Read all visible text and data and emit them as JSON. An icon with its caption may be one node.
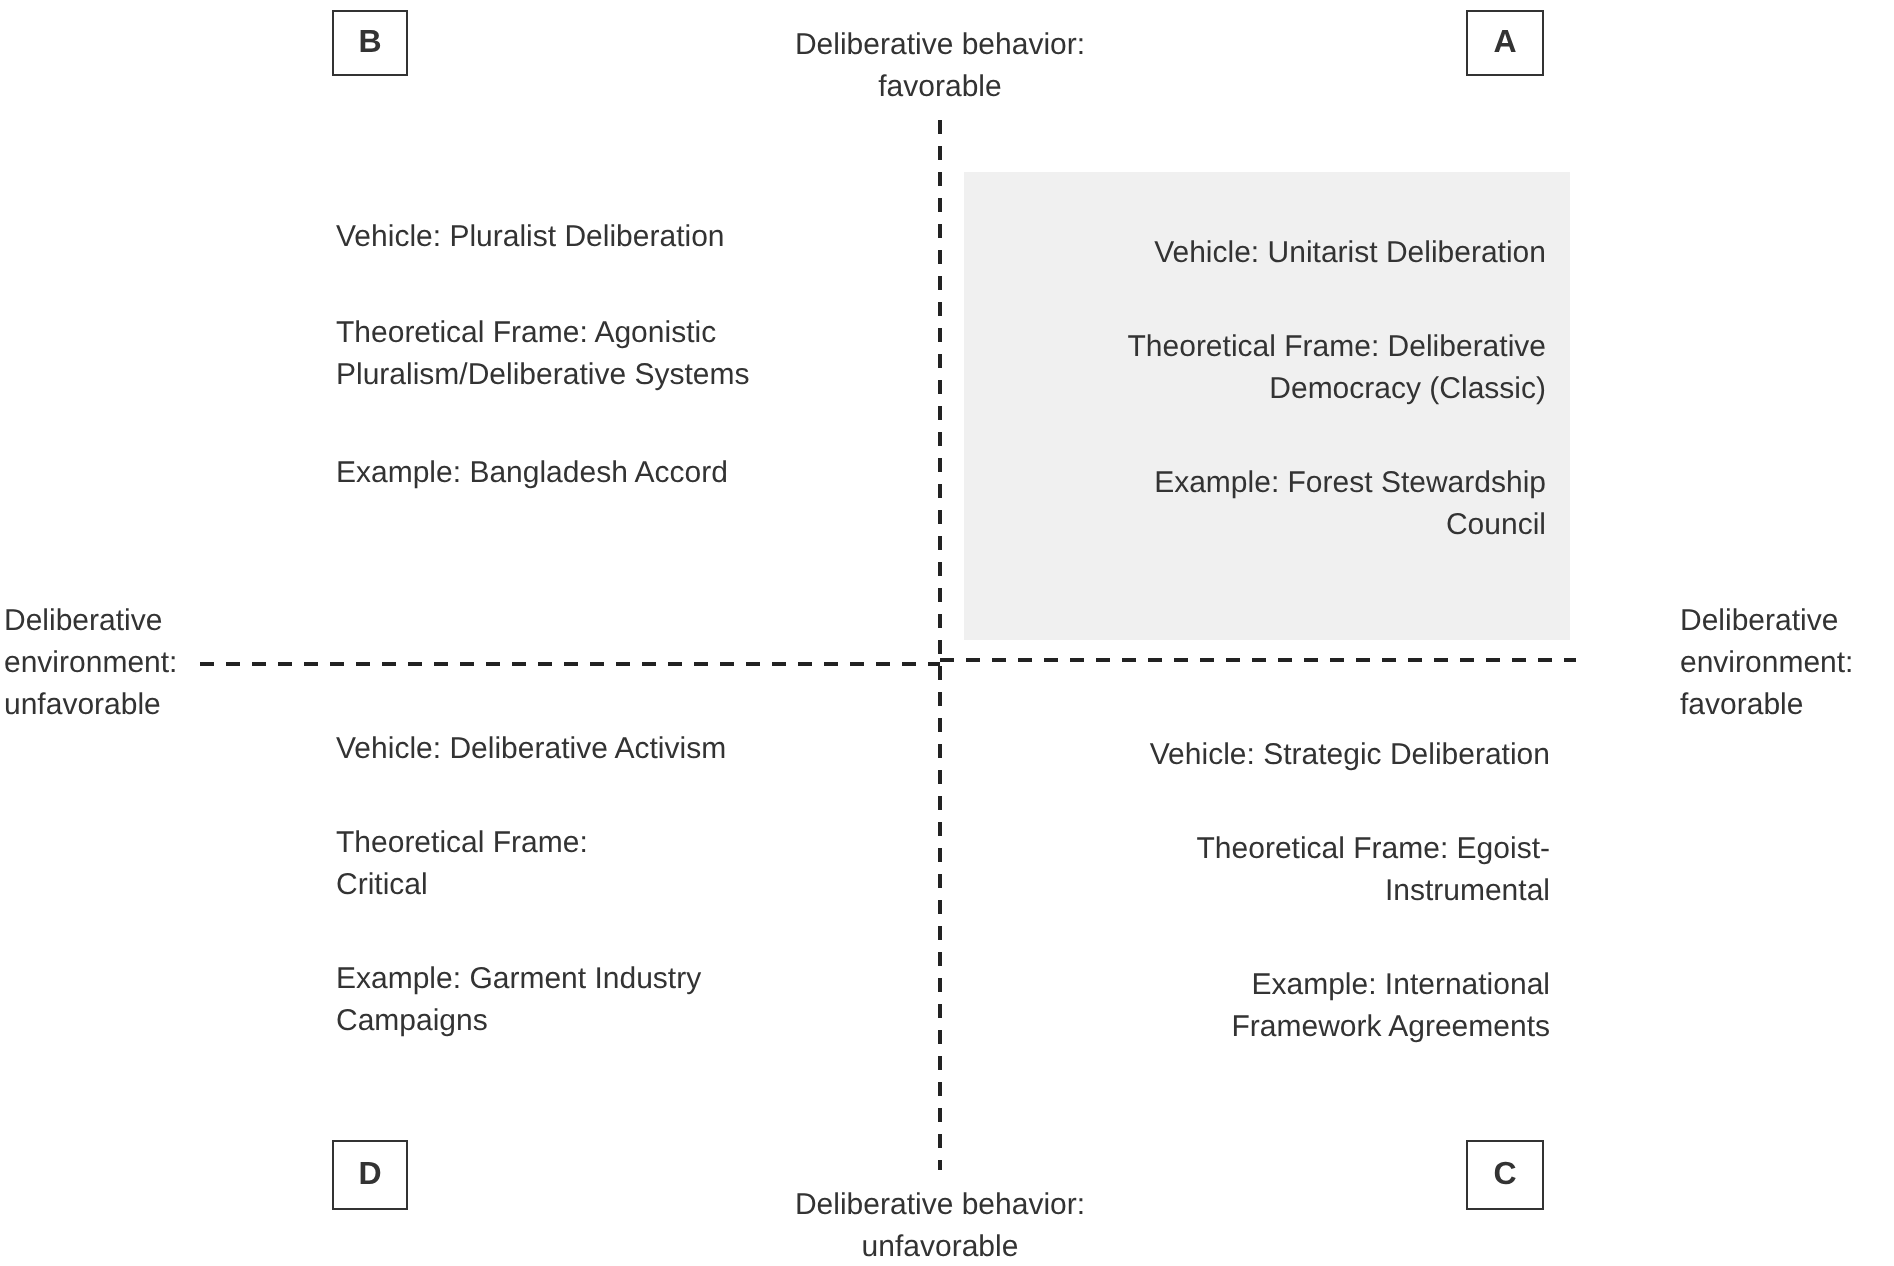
{
  "diagram": {
    "nodes": [
      {
        "text": [
          "B"
        ]
      },
      {
        "text": [
          "A"
        ]
      },
      {
        "text": [
          "Vehicle: Unitarist Deliberation",
          "Theoretical Frame: Deliberative Democracy (Classic)",
          "Example: Forest Stewardship Council"
        ]
      },
      {
        "text": [
          "D"
        ]
      },
      {
        "text": [
          "C"
        ]
      }
    ],
    "labels": [
      "Deliberative behavior: favorable",
      "Vehicle: Pluralist Deliberation",
      "Theoretical Frame: Agonistic Pluralism/Deliberative Systems",
      "Example: Bangladesh Accord",
      "Deliberative environment: unfavorable",
      "Deliberative environment: favorable",
      "Vehicle: Deliberative Activism",
      "Theoretical Frame: Critical",
      "Example: Garment Industry Campaigns",
      "Vehicle: Strategic Deliberation",
      "Theoretical Frame: Egoist-Instrumental",
      "Example: International Framework Agreements",
      "Deliberative behavior: unfavorable"
    ]
  }
}
